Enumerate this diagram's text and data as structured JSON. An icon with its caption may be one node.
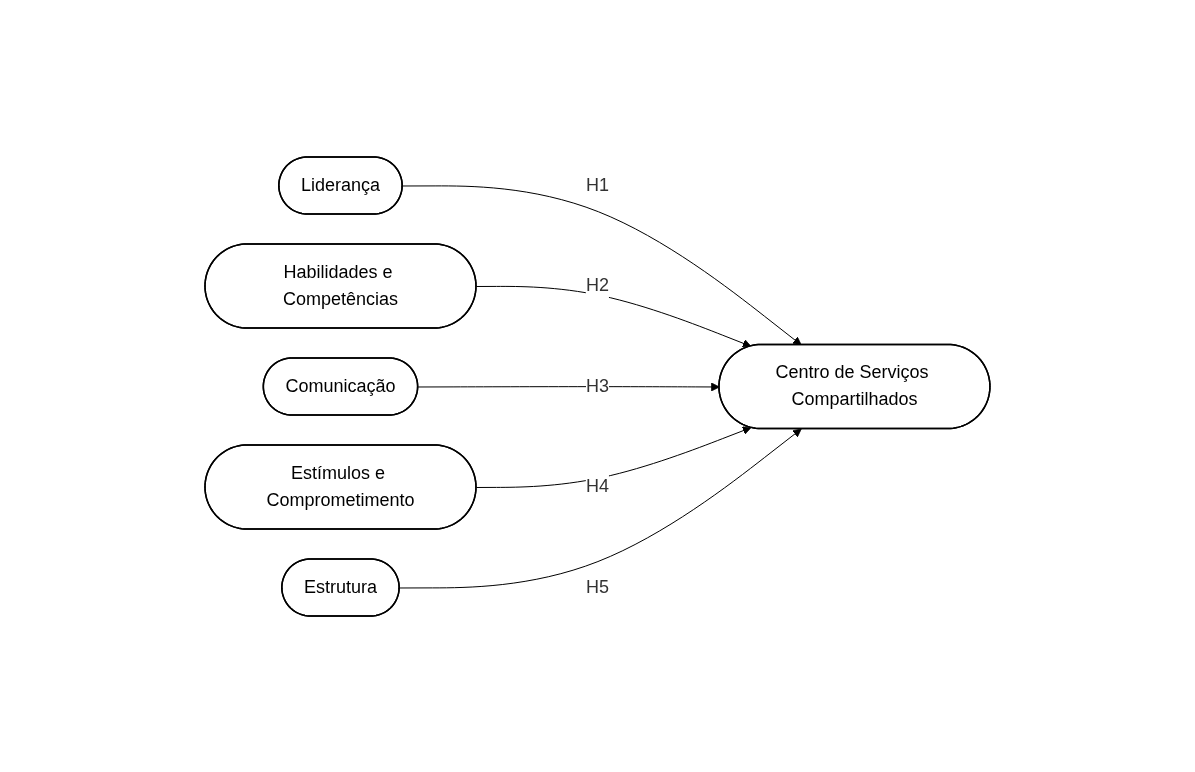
{
  "diagram": {
    "nodes": [
      {
        "text": [
          "Liderança"
        ]
      },
      {
        "text": [
          "Habilidades e Competências"
        ]
      },
      {
        "text": [
          "Comunicação"
        ]
      },
      {
        "text": [
          "Estímulos e Comprometimento"
        ]
      },
      {
        "text": [
          "Estrutura"
        ]
      },
      {
        "text": [
          "Centro de Serviços Compartilhados"
        ]
      }
    ],
    "edges": [
      {
        "from": 0,
        "to": 5,
        "arrow": "to",
        "label": "H1"
      },
      {
        "from": 1,
        "to": 5,
        "arrow": "to",
        "label": "H2"
      },
      {
        "from": 2,
        "to": 5,
        "arrow": "to",
        "label": "H3"
      },
      {
        "from": 3,
        "to": 5,
        "arrow": "to",
        "label": "H4"
      },
      {
        "from": 4,
        "to": 5,
        "arrow": "to",
        "label": "H5"
      }
    ]
  }
}
